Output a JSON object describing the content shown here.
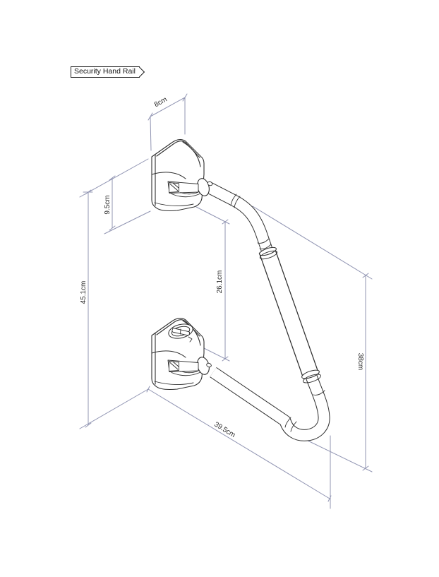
{
  "title_flag": {
    "text": "Security Hand Rail"
  },
  "drawing": {
    "dim_top_width": "8cm",
    "dim_bracket_height": "9.5cm",
    "dim_between_brackets": "26.1cm",
    "dim_overall_height": "45.1cm",
    "dim_rail_height": "38cm",
    "dim_rail_depth": "39.5cm",
    "line_color": "#2f2f2f",
    "dimension_color": "#9094b2",
    "background": "#ffffff"
  }
}
